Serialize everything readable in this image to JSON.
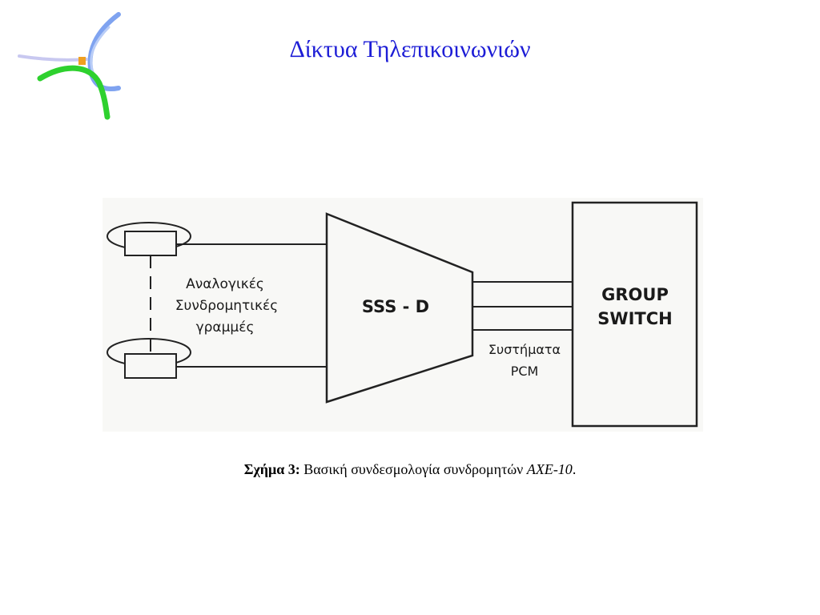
{
  "header": {
    "title": "Δίκτυα Τηλεπικοινωνιών",
    "logo_icon": "star-swoosh-icon",
    "title_color": "#1d1dd6"
  },
  "diagram": {
    "labels": {
      "analog_line_1": "Αναλογικές",
      "analog_line_2": "Συνδρομητικές",
      "analog_line_3": "γραμμές",
      "sss": "SSS - D",
      "group_1": "GROUP",
      "group_2": "SWITCH",
      "pcm_1": "Συστήματα",
      "pcm_2": "PCM"
    }
  },
  "caption": {
    "label": "Σχήμα 3:",
    "text": " Βασική συνδεσμολογία συνδρομητών ",
    "system": "AXE-10",
    "end": "."
  }
}
